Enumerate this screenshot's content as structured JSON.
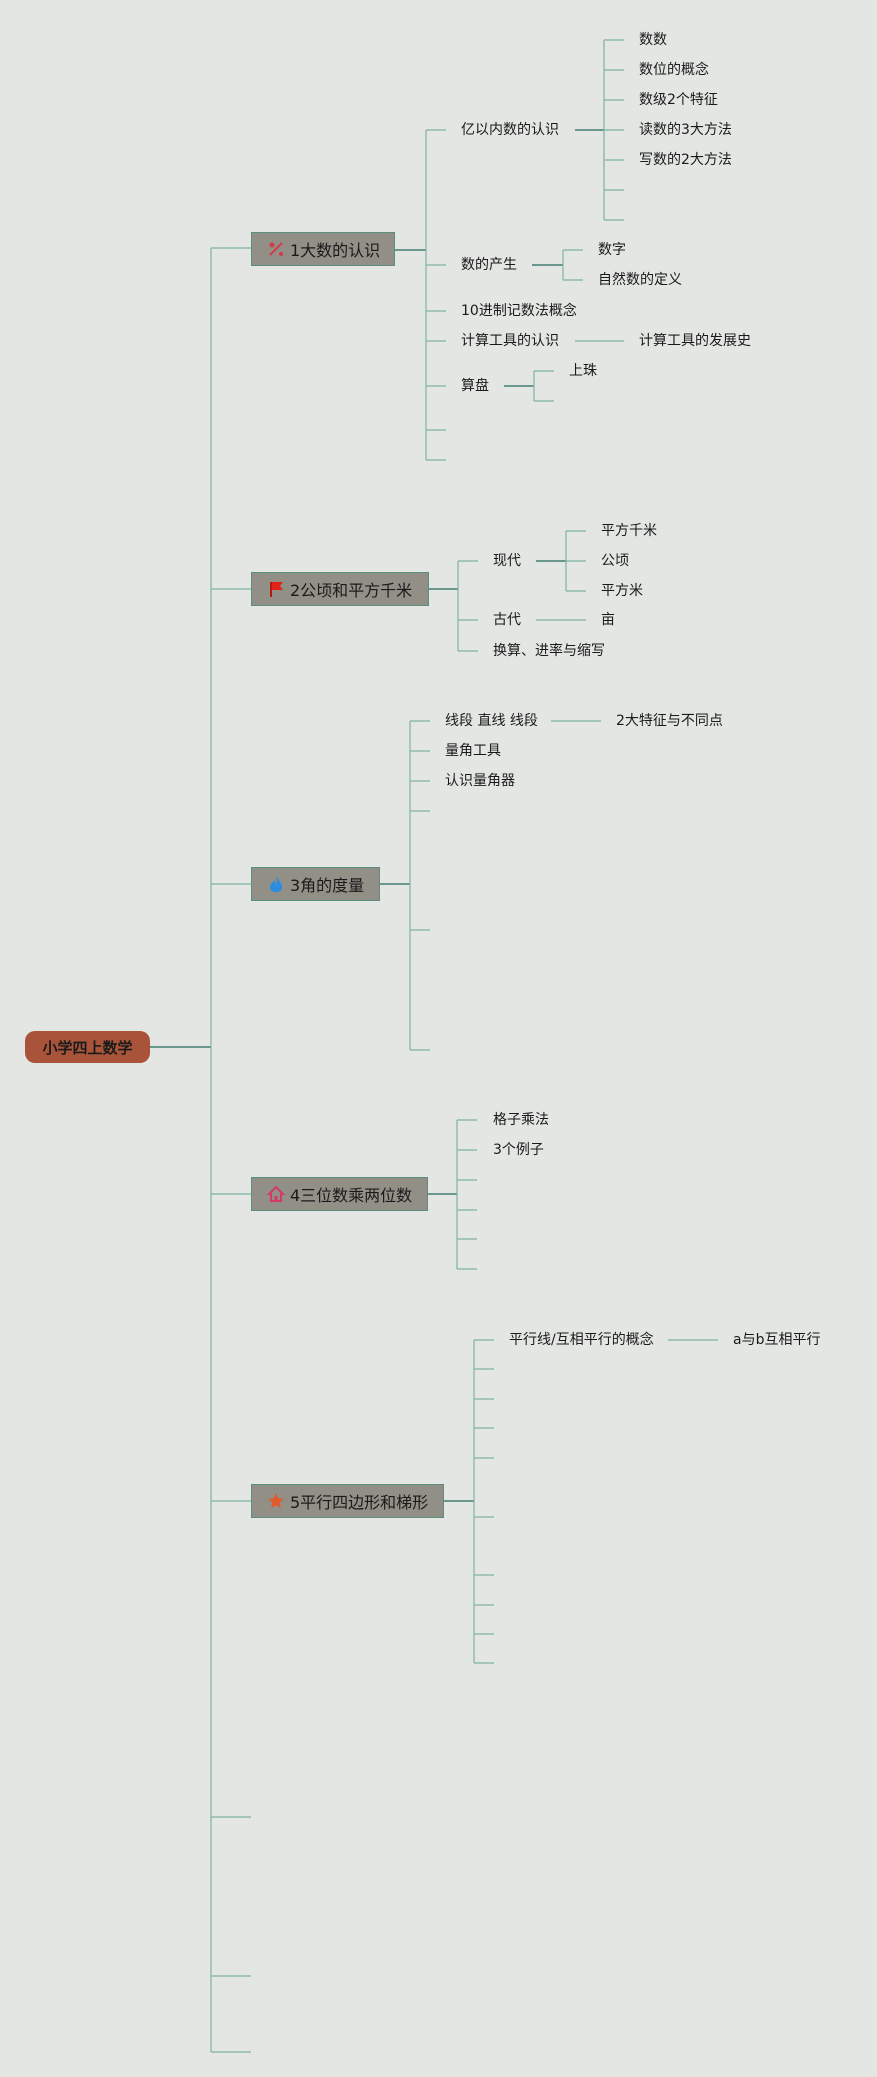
{
  "root": {
    "label": "小学四上数学"
  },
  "branches": [
    {
      "label": "1大数的认识",
      "icon": "tools-icon",
      "icon_color": "#d43a4a"
    },
    {
      "label": "2公顷和平方千米",
      "icon": "flag-icon",
      "icon_color": "#e2231a"
    },
    {
      "label": "3角的度量",
      "icon": "flame-icon",
      "icon_color": "#2a8de0"
    },
    {
      "label": "4三位数乘两位数",
      "icon": "home-icon",
      "icon_color": "#d23a6a"
    },
    {
      "label": "5平行四边形和梯形",
      "icon": "star-icon",
      "icon_color": "#e05a2a"
    }
  ],
  "b1": {
    "yi": "亿以内数的认识",
    "yi_children": [
      "数数",
      "数位的概念",
      "数级2个特征",
      "读数的3大方法",
      "写数的2大方法"
    ],
    "chansheng": "数的产生",
    "chansheng_children": [
      "数字",
      "自然数的定义"
    ],
    "jinzhi": "10进制记数法概念",
    "gongju": "计算工具的认识",
    "gongju_child": "计算工具的发展史",
    "suanpan": "算盘",
    "suanpan_child": "上珠"
  },
  "b2": {
    "xiandai": "现代",
    "xiandai_children": [
      "平方千米",
      "公顷",
      "平方米"
    ],
    "gudai": "古代",
    "gudai_child": "亩",
    "huansuan": "换算、进率与缩写"
  },
  "b3": {
    "xianduan": "线段 直线 线段",
    "xianduan_child": "2大特征与不同点",
    "liangjiao": "量角工具",
    "renshi": "认识量角器"
  },
  "b4": {
    "gezi": "格子乘法",
    "lizi": "3个例子"
  },
  "b5": {
    "pingxing": "平行线/互相平行的概念",
    "pingxing_child": "a与b互相平行"
  },
  "colors": {
    "background": "#e3e6e3",
    "root_fill": "#a9543a",
    "branch_fill": "#918f86",
    "connector": "#7fb3a0",
    "connector_dark": "#3f7d72"
  }
}
